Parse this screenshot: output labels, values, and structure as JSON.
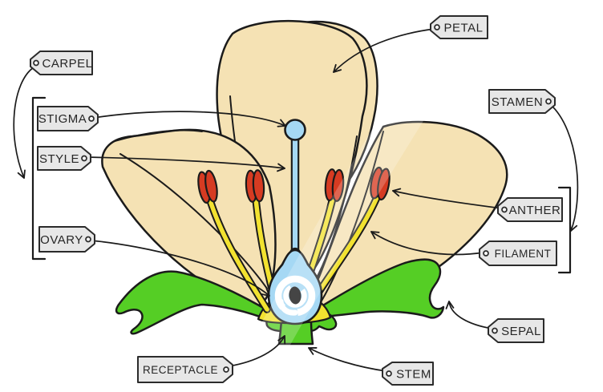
{
  "labels": {
    "petal": "PETAL",
    "carpel": "CARPEL",
    "stigma": "STIGMA",
    "style": "STYLE",
    "ovary": "OVARY",
    "stamen": "STAMEN",
    "anther": "ANTHER",
    "filament": "FILAMENT",
    "sepal": "SEPAL",
    "receptacle": "RECEPTACLE",
    "stem": "STEM"
  },
  "colors": {
    "petal": "#F5E2B4",
    "sepal_stem_green": "#55CE25",
    "filament_yellow": "#F2E230",
    "anther_red": "#D63B22",
    "carpel_blue": "#A5D8F4",
    "ovule_black": "#111111",
    "label_tag_fill": "#E7E7E7",
    "outline": "#1B1B1B",
    "background": "#FFFFFF"
  }
}
